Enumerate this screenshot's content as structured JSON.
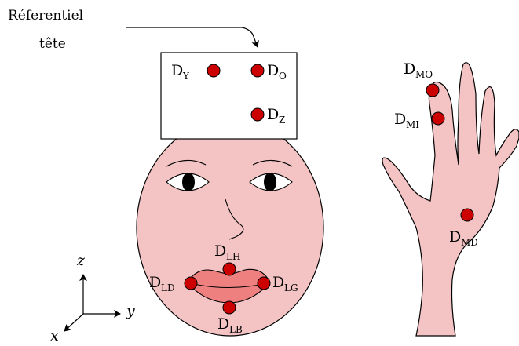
{
  "referential_label": {
    "line1": "Réferentiel",
    "line2": "tête"
  },
  "colors": {
    "skin": "#f4c4c4",
    "lips": "#ee8080",
    "marker": "#cc0000",
    "outline": "#000000",
    "background": "#ffffff"
  },
  "head_markers": {
    "y": {
      "base": "D",
      "sub": "Y"
    },
    "o": {
      "base": "D",
      "sub": "O"
    },
    "z": {
      "base": "D",
      "sub": "Z"
    }
  },
  "lip_markers": {
    "lh": {
      "base": "D",
      "sub": "LH"
    },
    "ld": {
      "base": "D",
      "sub": "LD"
    },
    "lg": {
      "base": "D",
      "sub": "LG"
    },
    "lb": {
      "base": "D",
      "sub": "LB"
    }
  },
  "hand_markers": {
    "mo": {
      "base": "D",
      "sub": "MO"
    },
    "mi": {
      "base": "D",
      "sub": "MI"
    },
    "md": {
      "base": "D",
      "sub": "MD"
    }
  },
  "axes": {
    "z": "z",
    "y": "y",
    "x": "x"
  },
  "icons": [
    "face-drawing",
    "hand-drawing",
    "sensor-marker",
    "axis-arrow"
  ]
}
